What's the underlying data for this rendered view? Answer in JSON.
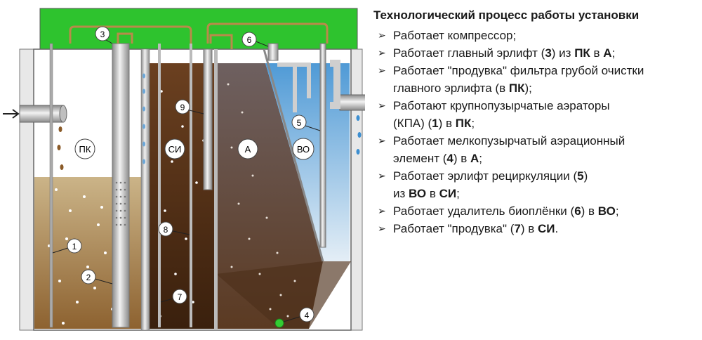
{
  "diagram": {
    "tank_labels": [
      "ПК",
      "СИ",
      "А",
      "ВО"
    ],
    "callouts": [
      "1",
      "2",
      "3",
      "4",
      "5",
      "6",
      "7",
      "8",
      "9"
    ]
  },
  "steps": {
    "title": "Технологический процесс работы установки",
    "items": [
      {
        "parts": [
          {
            "t": "Работает компрессор;"
          }
        ]
      },
      {
        "parts": [
          {
            "t": "Работает главный эрлифт ("
          },
          {
            "t": "3",
            "b": true
          },
          {
            "t": ") из "
          },
          {
            "t": "ПК",
            "b": true
          },
          {
            "t": " в "
          },
          {
            "t": "А",
            "b": true
          },
          {
            "t": ";"
          }
        ]
      },
      {
        "parts": [
          {
            "t": "Работает \"продувка\" фильтра грубой очистки"
          }
        ],
        "cont": [
          {
            "t": "главного эрлифта (в "
          },
          {
            "t": "ПК",
            "b": true
          },
          {
            "t": ");"
          }
        ]
      },
      {
        "parts": [
          {
            "t": "Работают крупнопузырчатые аэраторы"
          }
        ],
        "cont": [
          {
            "t": "(КПА) ("
          },
          {
            "t": "1",
            "b": true
          },
          {
            "t": ") в "
          },
          {
            "t": "ПК",
            "b": true
          },
          {
            "t": ";"
          }
        ]
      },
      {
        "parts": [
          {
            "t": "Работает мелкопузырчатый аэрационный"
          }
        ],
        "cont": [
          {
            "t": "элемент ("
          },
          {
            "t": "4",
            "b": true
          },
          {
            "t": ") в "
          },
          {
            "t": "А",
            "b": true
          },
          {
            "t": ";"
          }
        ]
      },
      {
        "parts": [
          {
            "t": "Работает эрлифт рециркуляции ("
          },
          {
            "t": "5",
            "b": true
          },
          {
            "t": ")"
          }
        ],
        "cont": [
          {
            "t": "из "
          },
          {
            "t": "ВО",
            "b": true
          },
          {
            "t": " в "
          },
          {
            "t": "СИ",
            "b": true
          },
          {
            "t": ";"
          }
        ]
      },
      {
        "parts": [
          {
            "t": "Работает удалитель биоплёнки ("
          },
          {
            "t": "6",
            "b": true
          },
          {
            "t": ") в "
          },
          {
            "t": "ВО",
            "b": true
          },
          {
            "t": ";"
          }
        ]
      },
      {
        "parts": [
          {
            "t": "Работает \"продувка\" ("
          },
          {
            "t": "7",
            "b": true
          },
          {
            "t": ") в "
          },
          {
            "t": "СИ",
            "b": true
          },
          {
            "t": "."
          }
        ]
      }
    ]
  }
}
